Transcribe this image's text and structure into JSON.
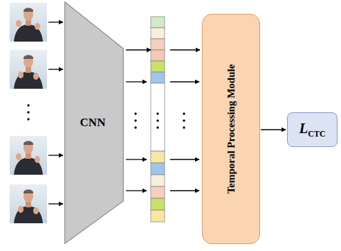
{
  "diagram": {
    "nodes": [
      {
        "text": [
          "CNN"
        ]
      },
      {
        "text": [
          "Temporal Processing Module"
        ]
      },
      {
        "text": [
          "L",
          "CTC"
        ]
      }
    ],
    "edges": [
      {
        "from": 0,
        "to": 1,
        "arrow": "to"
      },
      {
        "from": 1,
        "to": 2,
        "arrow": "to"
      }
    ]
  }
}
